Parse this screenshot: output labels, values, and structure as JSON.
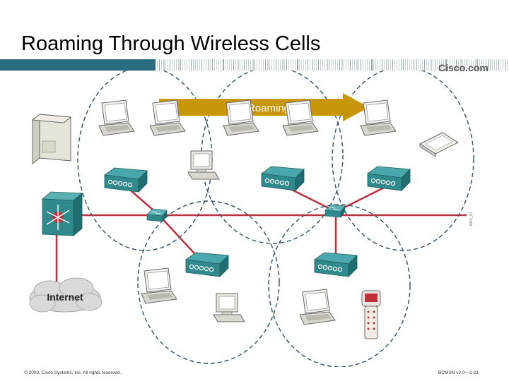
{
  "slide": {
    "title": "Roaming Through Wireless Cells",
    "brand": "Cisco.com",
    "copyright": "© 2003, Cisco Systems, Inc. All rights reserved.",
    "course_code": "BCMSN v2.0—2-21",
    "side_tag": "BMS_00"
  },
  "diagram": {
    "roaming_label": "Roaming",
    "internet_label": "Internet",
    "colors": {
      "cell_border": "#3a5a70",
      "link": "#c0303a",
      "device_teal": "#2f8a8e",
      "arrow": "#c8960a",
      "header_bar": "#2a6d7e"
    }
  }
}
